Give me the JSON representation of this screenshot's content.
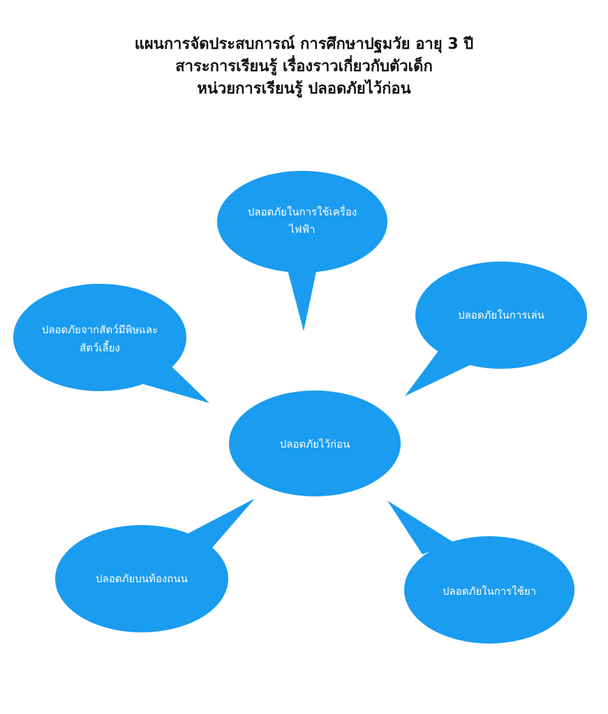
{
  "header": {
    "line1": "แผนการจัดประสบการณ์   การศึกษาปฐมวัย  อายุ 3 ปี",
    "line2": "สาระการเรียนรู้    เรื่องราวเกี่ยวกับตัวเด็ก",
    "line3": "หน่วยการเรียนรู้  ปลอดภัยไว้ก่อน"
  },
  "colors": {
    "bubble_fill": "#1a9cf0",
    "bubble_text": "#ffffff"
  },
  "diagram": {
    "center": {
      "label": "ปลอดภัยไว้ก่อน"
    },
    "top": {
      "label_line1": "ปลอดภัยในการใช้เครื่อง",
      "label_line2": "ไฟฟ้า"
    },
    "left": {
      "label_line1": "ปลอดภัยจากสัตว์มีพิษและ",
      "label_line2": "สัตว์เลี้ยง"
    },
    "right": {
      "label": "ปลอดภัยในการเล่น"
    },
    "bottom_left": {
      "label": "ปลอดภัยบนท้องถนน"
    },
    "bottom_right": {
      "label": "ปลอดภัยในการใช้ยา"
    }
  }
}
